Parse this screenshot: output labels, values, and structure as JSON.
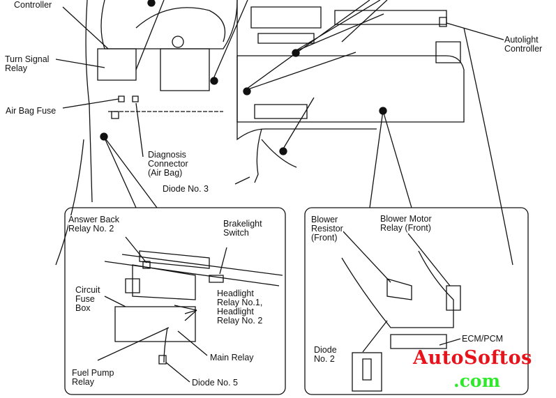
{
  "labels": {
    "controller_top": [
      "Controller"
    ],
    "turn_signal_relay": [
      "Turn Signal",
      "Relay"
    ],
    "air_bag_fuse": [
      "Air Bag Fuse"
    ],
    "diagnosis_connector": [
      "Diagnosis",
      "Connector",
      "(Air Bag)"
    ],
    "diode_no3": [
      "Diode No. 3"
    ],
    "autolight_controller": [
      "Autolight",
      "Controller"
    ],
    "answer_back_relay": [
      "Answer Back",
      "Relay No. 2"
    ],
    "brakelight_switch": [
      "Brakelight",
      "Switch"
    ],
    "circuit_fuse_box": [
      "Circuit",
      "Fuse",
      "Box"
    ],
    "headlight_relays": [
      "Headlight",
      "Relay No.1,",
      "Headlight",
      "Relay No. 2"
    ],
    "main_relay": [
      "Main Relay"
    ],
    "fuel_pump_relay": [
      "Fuel Pump",
      "Relay"
    ],
    "diode_no5": [
      "Diode No. 5"
    ],
    "blower_resistor": [
      "Blower",
      "Resistor",
      "(Front)"
    ],
    "blower_motor_relay": [
      "Blower Motor",
      "Relay (Front)"
    ],
    "diode_no2": [
      "Diode",
      "No. 2"
    ],
    "ecm_pcm": [
      "ECM/PCM"
    ]
  },
  "watermark": {
    "line1": "AutoSoftos",
    "line2": ".com",
    "color1": "#e8121b",
    "color2": "#2ee82a"
  }
}
